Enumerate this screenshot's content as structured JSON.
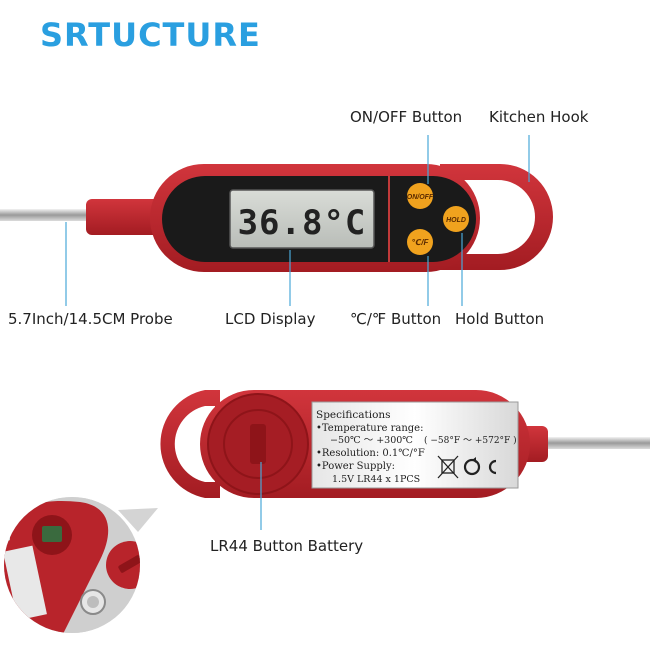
{
  "title": "SRTUCTURE",
  "lcd_reading": "36.8°C",
  "front_buttons": {
    "on_off": "ON/OFF",
    "hold": "HOLD",
    "unit": "℃/F"
  },
  "labels": {
    "on_off_button": "ON/OFF Button",
    "kitchen_hook": "Kitchen Hook",
    "probe": "5.7Inch/14.5CM Probe",
    "lcd_display": "LCD Display",
    "unit_button": "℃/℉ Button",
    "hold_button": "Hold Button",
    "battery": "LR44 Button Battery"
  },
  "specs": {
    "heading": "Specifications",
    "temp_range_label": "•Temperature range:",
    "temp_range_c": "−50℃ ～ +300℃",
    "temp_range_f": "( −58°F ～ +572°F )",
    "resolution": "•Resolution: 0.1℃/°F",
    "power_label": "•Power Supply:",
    "power_value": "1.5V LR44 x 1PCS"
  },
  "colors": {
    "title": "#2a9fe0",
    "body_red": "#b8242b",
    "button_orange": "#f0a21e",
    "leader_line": "#4aa8d8"
  }
}
